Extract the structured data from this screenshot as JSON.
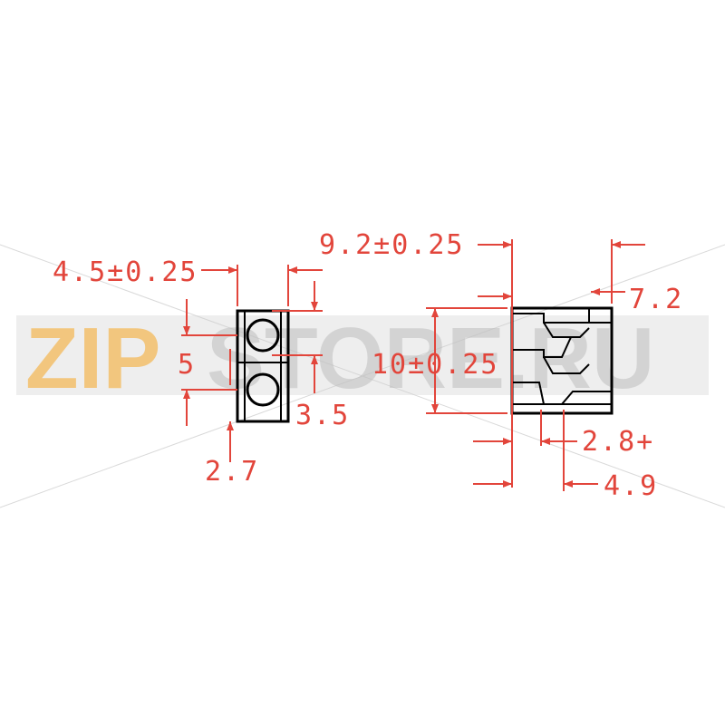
{
  "colors": {
    "dimension": "#e2453b",
    "outline": "#000000",
    "watermark_zip": "#f5a623",
    "watermark_rest": "#bdbdbd"
  },
  "watermark": {
    "zip": "ZIP",
    "rest": "STORE.RU"
  },
  "left_view": {
    "width_label": "4.5±0.25",
    "pitch_label": "5",
    "hole_label": "3.5",
    "bottom_label": "2.7"
  },
  "right_view": {
    "depth_label": "9.2±0.25",
    "height_label": "10±0.25",
    "top_right_label": "7.2",
    "mid_label": "2.8+",
    "bottom_label": "4.9"
  }
}
